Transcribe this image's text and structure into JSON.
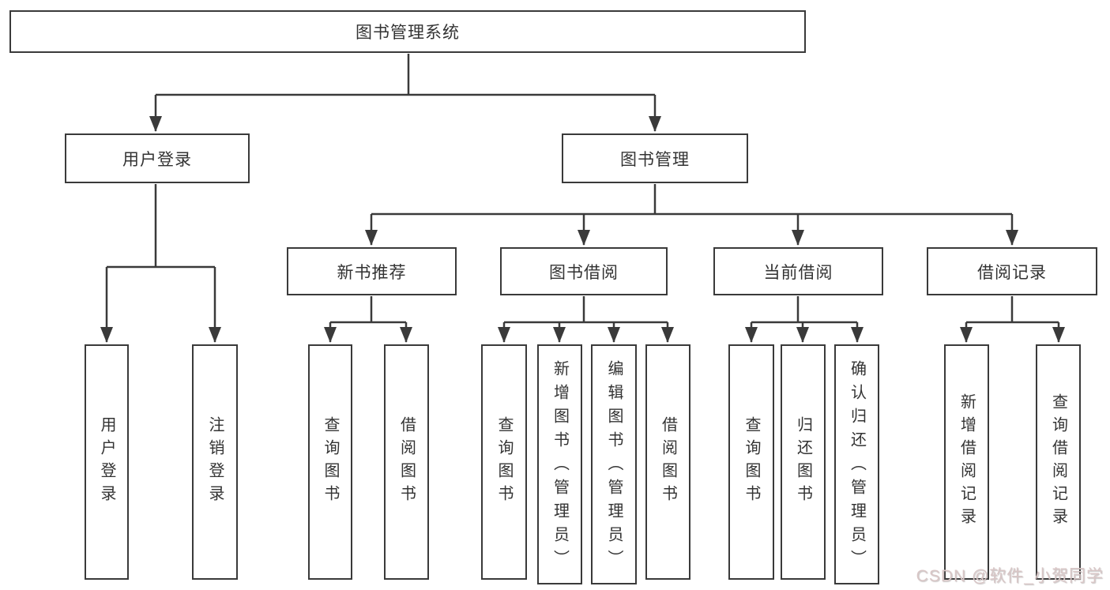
{
  "tree": {
    "root": {
      "label": "图书管理系统"
    },
    "branches": [
      {
        "label": "用户登录",
        "children": [
          {
            "label": "用户登录"
          },
          {
            "label": "注销登录"
          }
        ]
      },
      {
        "label": "图书管理",
        "children": [
          {
            "label": "新书推荐",
            "children": [
              {
                "label": "查询图书"
              },
              {
                "label": "借阅图书"
              }
            ]
          },
          {
            "label": "图书借阅",
            "children": [
              {
                "label": "查询图书"
              },
              {
                "label": "新增图书（管理员）"
              },
              {
                "label": "编辑图书（管理员）"
              },
              {
                "label": "借阅图书"
              }
            ]
          },
          {
            "label": "当前借阅",
            "children": [
              {
                "label": "查询图书"
              },
              {
                "label": "归还图书"
              },
              {
                "label": "确认归还（管理员）"
              }
            ]
          },
          {
            "label": "借阅记录",
            "children": [
              {
                "label": "新增借阅记录"
              },
              {
                "label": "查询借阅记录"
              }
            ]
          }
        ]
      }
    ]
  },
  "watermark": {
    "text": "CSDN @软件_小贺同学"
  },
  "colors": {
    "line": "#3a3a3a",
    "text": "#333333",
    "background": "#ffffff",
    "watermark": "#d8c6c6"
  }
}
